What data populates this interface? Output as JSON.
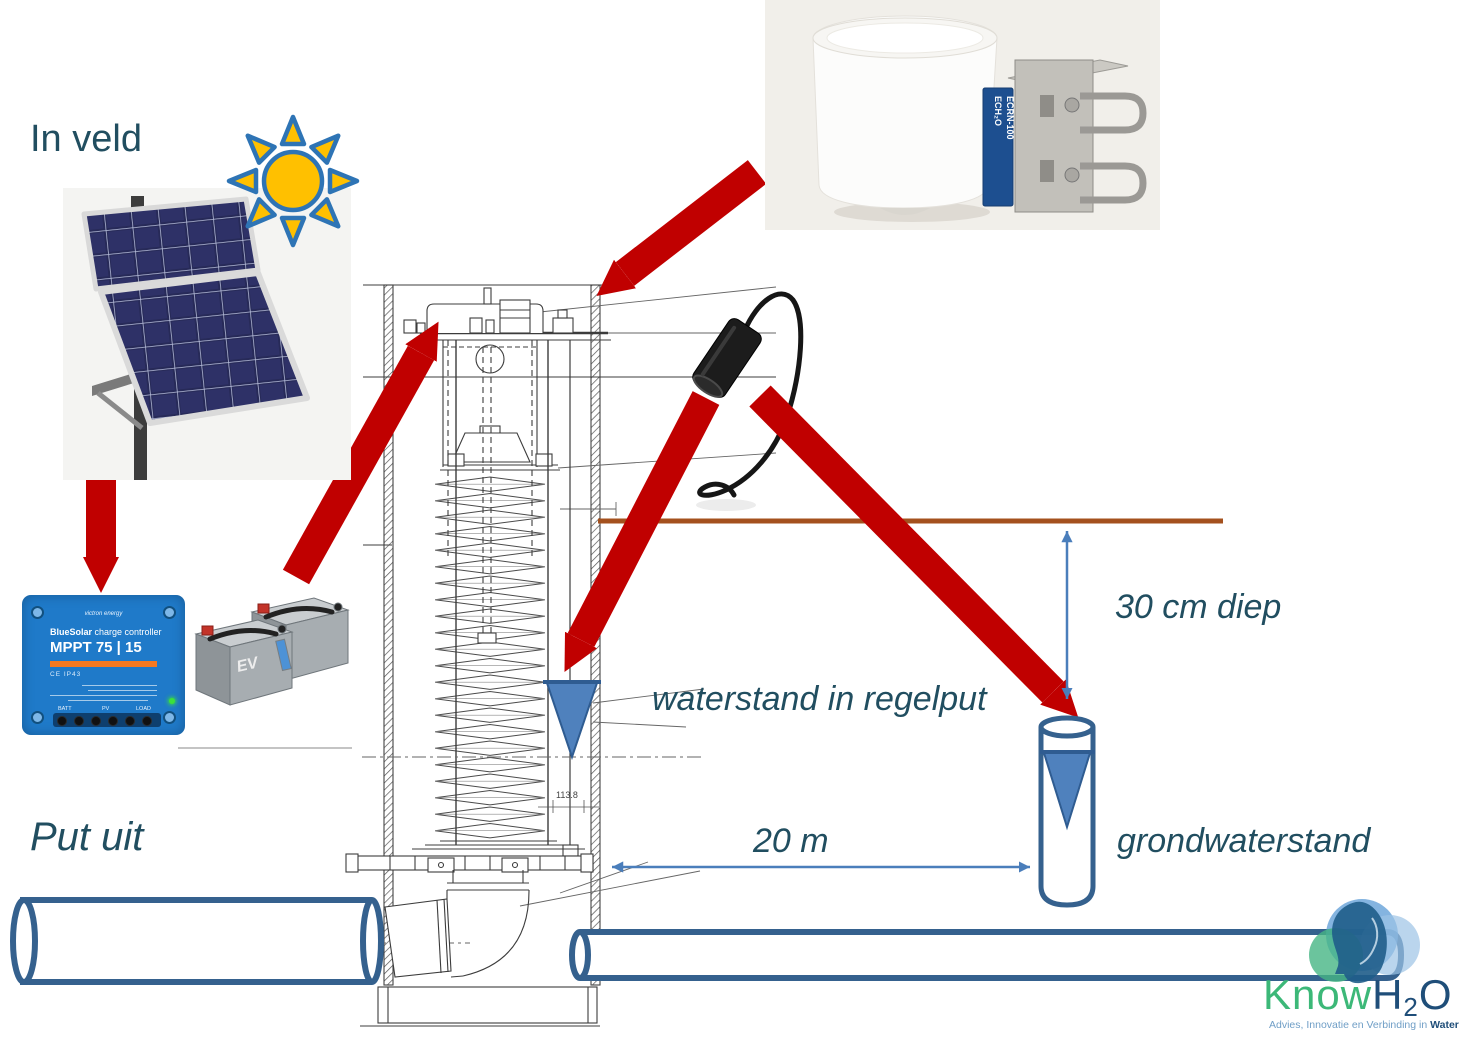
{
  "labels": {
    "in_veld": "In veld",
    "put_uit": "Put uit",
    "waterstand_regelput": "waterstand in regelput",
    "diep_30cm": "30 cm diep",
    "afstand_20m": "20 m",
    "grondwaterstand": "grondwaterstand",
    "dim_1138": "113.8"
  },
  "charge_controller": {
    "brand": "victron energy",
    "product_bold": "BlueSolar",
    "product_rest": " charge controller",
    "model": "MPPT 75 | 15",
    "cert": "CE IP43",
    "terminals": [
      "BATT",
      "PV",
      "LOAD"
    ]
  },
  "battery": {
    "label": "EV"
  },
  "rain_gauge": {
    "label_line1": "ECH₂O",
    "label_line2": "ECRN-100"
  },
  "logo": {
    "know": "Know",
    "h": "H",
    "two": "2",
    "o": "O",
    "tagline_regular": "Advies, Innovatie en Verbinding in ",
    "tagline_bold": "Water"
  },
  "icons": {
    "sun-icon": "sun with triangular rays",
    "water-level-triangle-icon": "downward blue triangle (water level symbol)"
  },
  "colors": {
    "arrow_red": "#C00000",
    "label_teal": "#214E60",
    "dimension_blue": "#4A7EBB",
    "triangle_blue": "#4F81BD",
    "pipe_outline_blue": "#35618E",
    "ground_brown": "#A4511E",
    "controller_blue": "#1F7AC9",
    "controller_orange": "#F57921",
    "sun_yellow": "#FFC000",
    "sun_outline_blue": "#2E74B5",
    "logo_green": "#3CB878",
    "logo_navy": "#1F4E79"
  }
}
